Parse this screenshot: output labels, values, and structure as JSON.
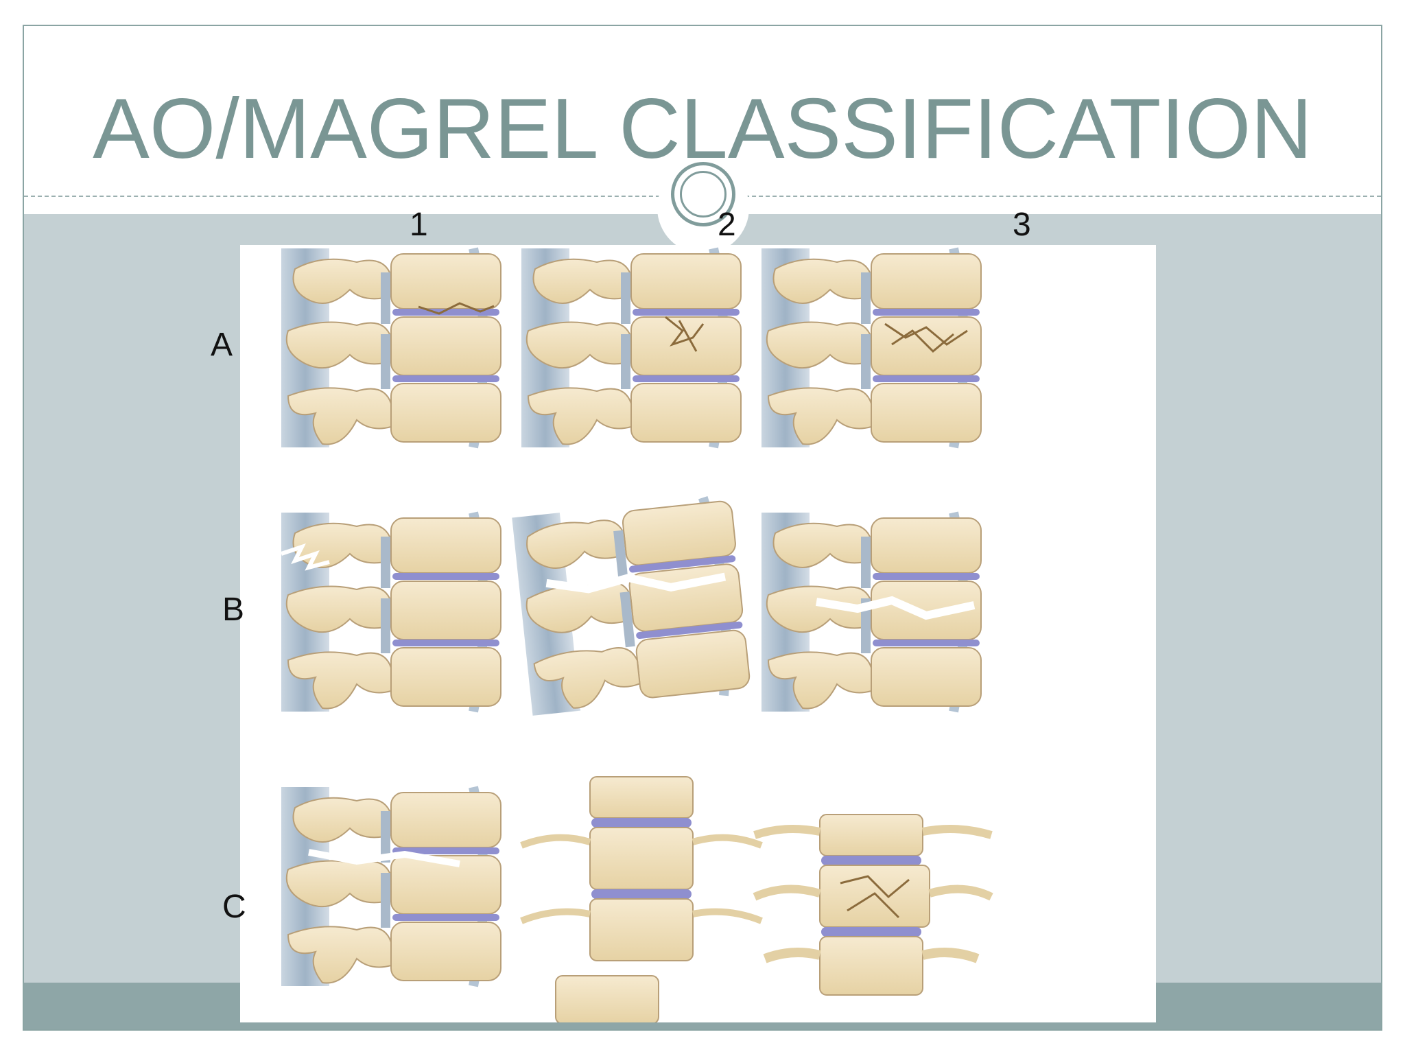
{
  "slide": {
    "title": "AO/MAGREL CLASSIFICATION"
  },
  "grid": {
    "column_labels": [
      "1",
      "2",
      "3"
    ],
    "row_labels": [
      "A",
      "B",
      "C"
    ]
  },
  "colors": {
    "title": "#7a9694",
    "band": "#c4d0d3",
    "footer": "#8ea6a7",
    "bone": "#efdfb8",
    "bone_outline": "#b89f78",
    "disc": "#8f8fcf",
    "ligament": "#b9c9d8"
  }
}
